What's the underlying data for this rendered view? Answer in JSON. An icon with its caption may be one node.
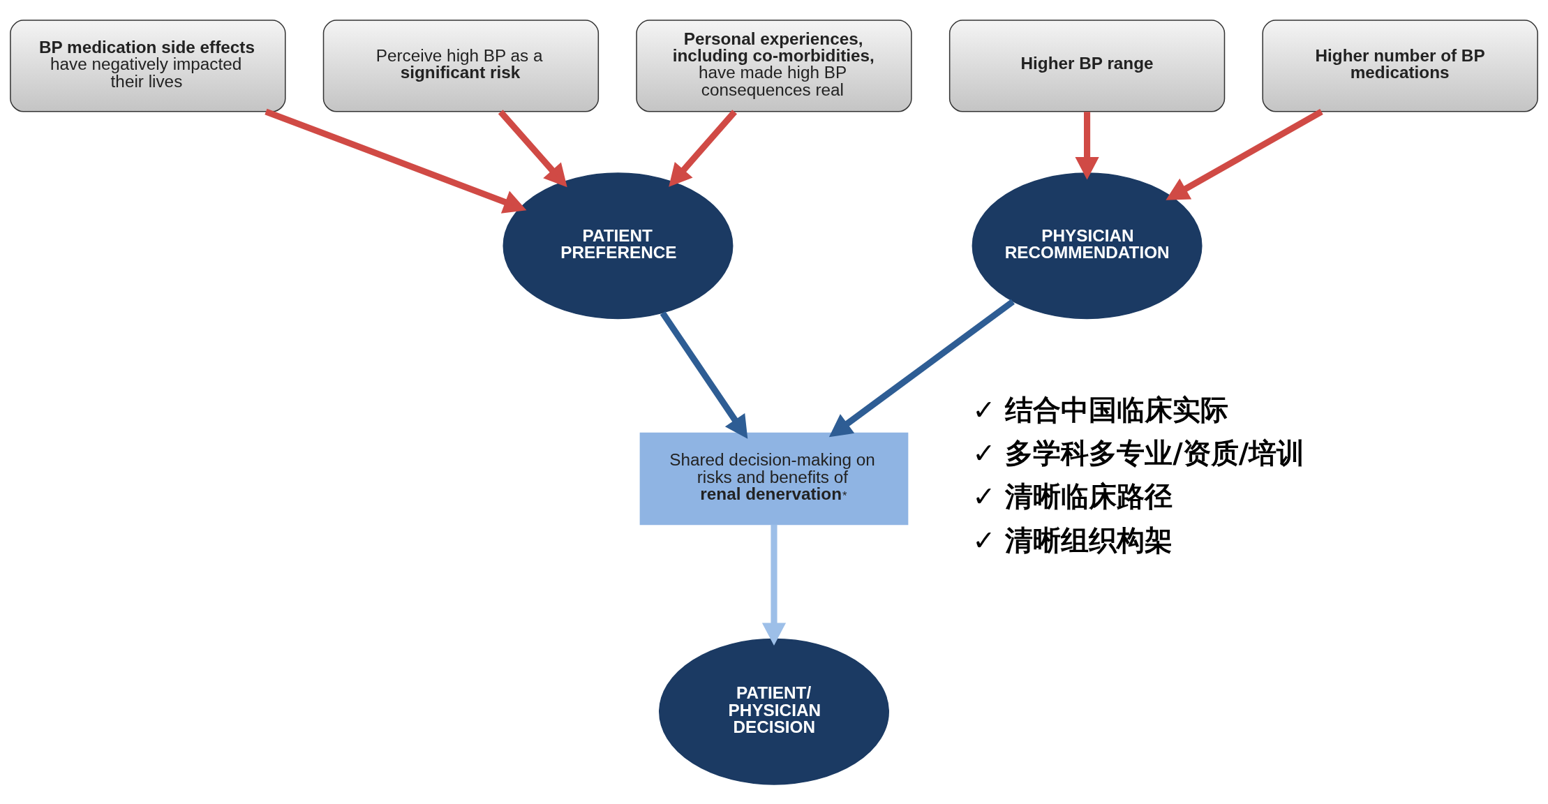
{
  "diagram": {
    "nodes": [
      {
        "text": [
          "BP medication side effects",
          "have negatively impacted their lives"
        ]
      },
      {
        "text": [
          "Perceive high BP as a **significant risk**"
        ]
      },
      {
        "text": [
          "Personal experiences, including co-morbidities,",
          "have made high BP consequences real"
        ]
      },
      {
        "text": [
          "PATIENT PREFERENCE"
        ]
      },
      {
        "text": [
          "Higher BP range"
        ]
      },
      {
        "text": [
          "Higher number of BP medications"
        ]
      },
      {
        "text": [
          "PHYSICIAN RECOMMENDATION"
        ]
      },
      {
        "text": [
          "Shared decision-making on risks and benefits of **renal denervation**$^{*}$"
        ]
      },
      {
        "text": [
          "PATIENT/ PHYSICIAN DECISION"
        ]
      }
    ],
    "edges": [
      {
        "from": 0,
        "to": 3,
        "arrow": "to"
      },
      {
        "from": 1,
        "to": 3,
        "arrow": "to"
      },
      {
        "from": 2,
        "to": 3,
        "arrow": "to"
      },
      {
        "from": 4,
        "to": 6,
        "arrow": "to"
      },
      {
        "from": 5,
        "to": 6,
        "arrow": "to"
      },
      {
        "from": 3,
        "to": 7,
        "arrow": "to",
        "color": "#2e5d94"
      },
      {
        "from": 6,
        "to": 7,
        "arrow": "to",
        "color": "#2e5d94"
      },
      {
        "from": 7,
        "to": 8,
        "arrow": "to",
        "color": "#9dbfe8"
      }
    ],
    "labels": [
      "✓ 结合中国临床实际",
      "✓ 多学科多专业/资质/培训",
      "✓ 清晰临床路径",
      "✓ 清晰组织构架"
    ]
  }
}
